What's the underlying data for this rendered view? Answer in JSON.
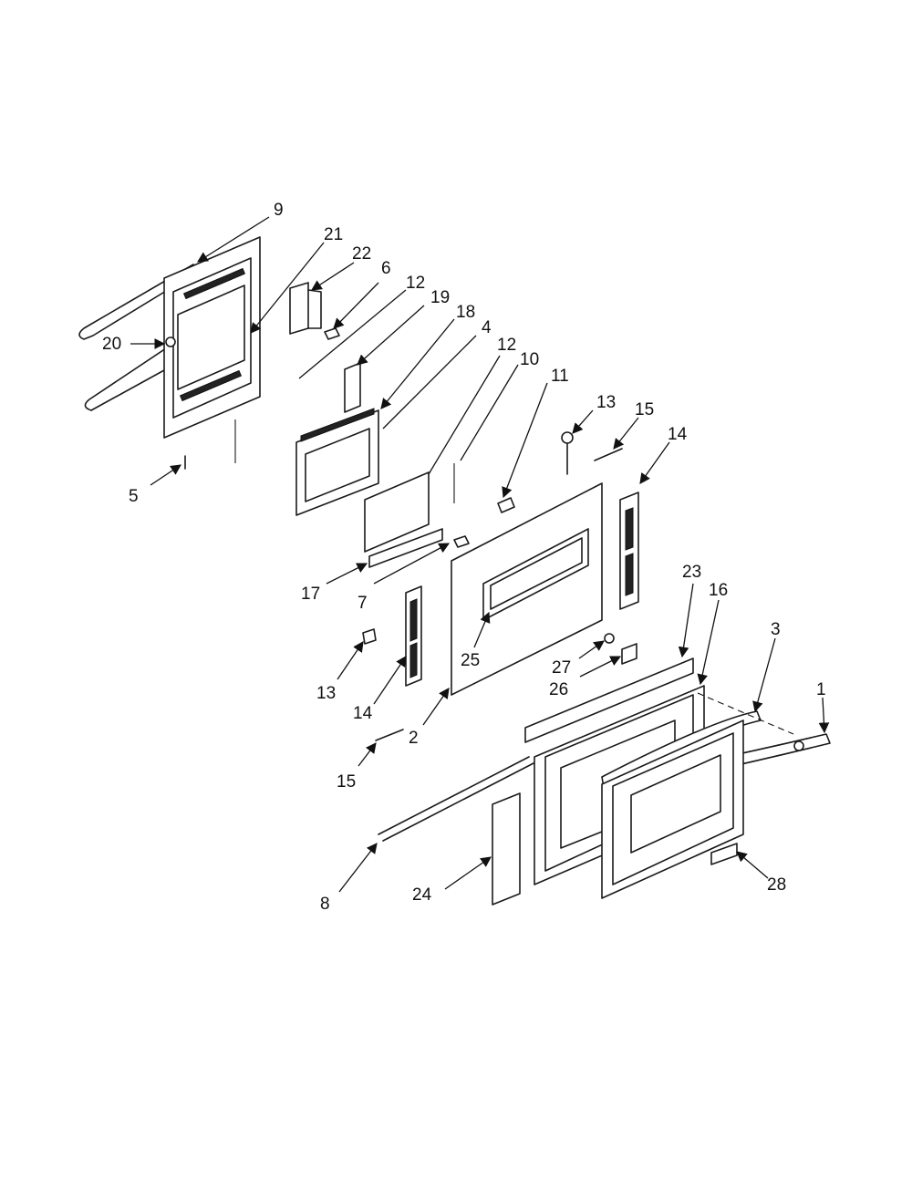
{
  "diagram": {
    "callouts": [
      "9",
      "21",
      "22",
      "6",
      "12",
      "19",
      "18",
      "4",
      "12",
      "10",
      "11",
      "13",
      "15",
      "14",
      "20",
      "5",
      "17",
      "7",
      "23",
      "16",
      "3",
      "1",
      "13",
      "14",
      "25",
      "27",
      "26",
      "2",
      "15",
      "8",
      "24",
      "28"
    ]
  },
  "colors": {
    "ink": "#111111",
    "background": "#ffffff"
  }
}
